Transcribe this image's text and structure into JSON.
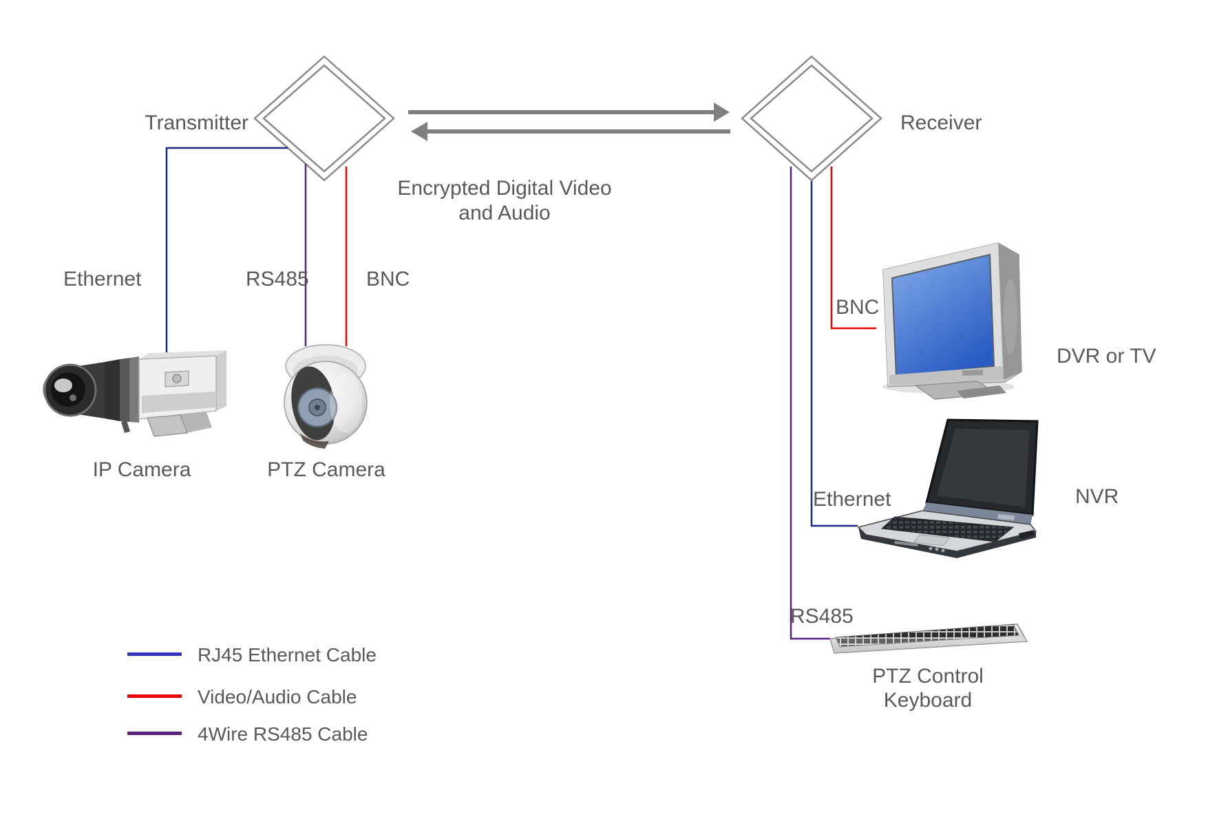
{
  "diagram": {
    "transmitter_label": "Transmitter",
    "receiver_label": "Receiver",
    "channel_caption_line1": "Encrypted Digital Video",
    "channel_caption_line2": "and Audio"
  },
  "connection_labels": {
    "left_ethernet": "Ethernet",
    "left_rs485": "RS485",
    "left_bnc": "BNC",
    "right_bnc": "BNC",
    "right_ethernet": "Ethernet",
    "right_rs485": "RS485"
  },
  "devices": {
    "ip_camera": {
      "label": "IP Camera"
    },
    "ptz_camera": {
      "label": "PTZ Camera"
    },
    "dvr_tv": {
      "label": "DVR or TV"
    },
    "nvr": {
      "label": "NVR"
    },
    "ptz_keyboard": {
      "label": "PTZ Control Keyboard"
    }
  },
  "legend": {
    "items": [
      {
        "label": "RJ45 Ethernet Cable",
        "color": "#3333bb"
      },
      {
        "label": "Video/Audio Cable",
        "color": "#ee0000"
      },
      {
        "label": "4Wire RS485 Cable",
        "color": "#5b1f7b"
      }
    ]
  },
  "colors": {
    "label_text": "#595959",
    "arrow_gray": "#7f7f7f",
    "shape_outline": "#8a8a8a",
    "ethernet_line": "#1b2685",
    "video_audio_line": "#ee0000",
    "rs485_line": "#5b1f7b",
    "tv_screen_blue": "#3a6cd0"
  }
}
